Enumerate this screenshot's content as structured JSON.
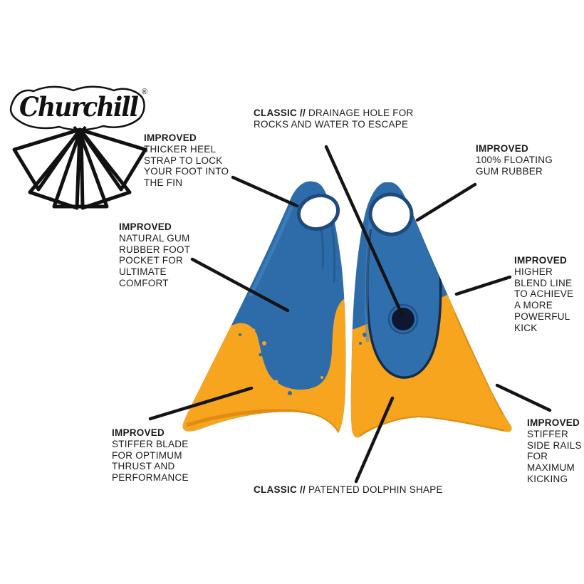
{
  "logo": {
    "brand": "Churchill",
    "registered": "®"
  },
  "colors": {
    "background": "#ffffff",
    "fin_blue": "#2e6ca9",
    "fin_blue_light": "#4788c2",
    "fin_blue_dark": "#1d4b7e",
    "fin_orange": "#f7a41f",
    "fin_orange_dark": "#d98a10",
    "drain_hole": "#0d1830",
    "annotation": "#141414"
  },
  "callouts": {
    "heel_strap": {
      "heading": "IMPROVED",
      "lines": [
        "THICKER HEEL",
        "STRAP TO LOCK",
        "YOUR FOOT INTO",
        "THE FIN"
      ]
    },
    "drainage_hole": {
      "heading": "CLASSIC //",
      "lines": [
        "DRAINAGE HOLE FOR",
        "ROCKS AND WATER TO ESCAPE"
      ]
    },
    "floating_rubber": {
      "heading": "IMPROVED",
      "lines": [
        "100% FLOATING",
        "GUM RUBBER"
      ]
    },
    "foot_pocket": {
      "heading": "IMPROVED",
      "lines": [
        "NATURAL GUM",
        "RUBBER FOOT",
        "POCKET FOR",
        "ULTIMATE",
        "COMFORT"
      ]
    },
    "blend_line": {
      "heading": "IMPROVED",
      "lines": [
        "HIGHER",
        "BLEND LINE",
        "TO ACHIEVE",
        "A MORE",
        "POWERFUL",
        "KICK"
      ]
    },
    "stiffer_blade": {
      "heading": "IMPROVED",
      "lines": [
        "STIFFER BLADE",
        "FOR OPTIMUM",
        "THRUST AND",
        "PERFORMANCE"
      ]
    },
    "dolphin_shape": {
      "heading": "CLASSIC //",
      "lines": [
        "PATENTED DOLPHIN SHAPE"
      ]
    },
    "side_rails": {
      "heading": "IMPROVED",
      "lines": [
        "STIFFER",
        "SIDE RAILS",
        "FOR",
        "MAXIMUM",
        "KICKING"
      ]
    }
  }
}
